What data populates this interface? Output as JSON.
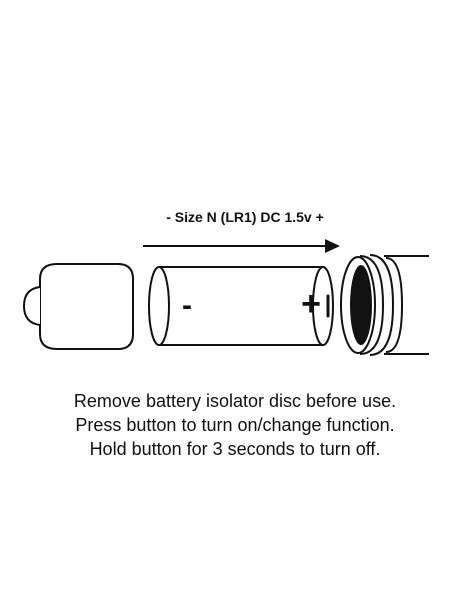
{
  "battery_label": "- Size N (LR1) DC 1.5v +",
  "battery": {
    "minus_sign": "-",
    "plus_sign": "+"
  },
  "instructions": [
    "Remove battery isolator disc before use.",
    "Press button to turn on/change function.",
    "Hold button for 3 seconds to turn off."
  ],
  "colors": {
    "ink": "#111111",
    "background": "#ffffff"
  }
}
